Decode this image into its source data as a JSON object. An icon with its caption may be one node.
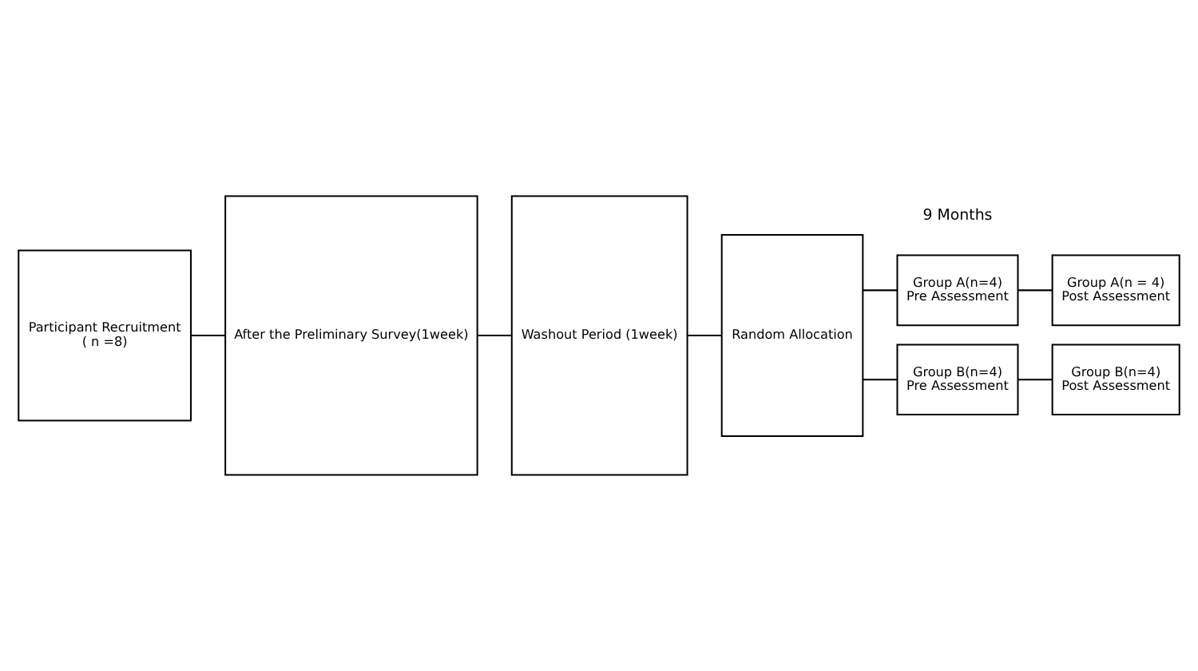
{
  "diagram": {
    "nodes": [
      {
        "text": [
          "Participant Recruitment",
          "( n =8)"
        ]
      },
      {
        "text": [
          "After the Preliminary Survey(1week)"
        ]
      },
      {
        "text": [
          "Washout Period (1week)"
        ]
      },
      {
        "text": [
          "Random Allocation"
        ]
      },
      {
        "text": [
          "Group A(n=4)",
          "Pre Assessment"
        ]
      },
      {
        "text": [
          "Group A(n = 4)",
          "Post Assessment"
        ]
      },
      {
        "text": [
          "Group B(n=4)",
          "Pre Assessment"
        ]
      },
      {
        "text": [
          "Group B(n=4)",
          "Post Assessment"
        ]
      }
    ],
    "edges": [
      {
        "from": 0,
        "to": 1,
        "arrow": "none"
      },
      {
        "from": 1,
        "to": 2,
        "arrow": "none"
      },
      {
        "from": 2,
        "to": 3,
        "arrow": "none"
      },
      {
        "from": 3,
        "to": 4,
        "arrow": "none"
      },
      {
        "from": 3,
        "to": 6,
        "arrow": "none"
      },
      {
        "from": 4,
        "to": 5,
        "arrow": "none"
      },
      {
        "from": 6,
        "to": 7,
        "arrow": "none"
      }
    ],
    "labels": [
      "9 Months"
    ]
  }
}
